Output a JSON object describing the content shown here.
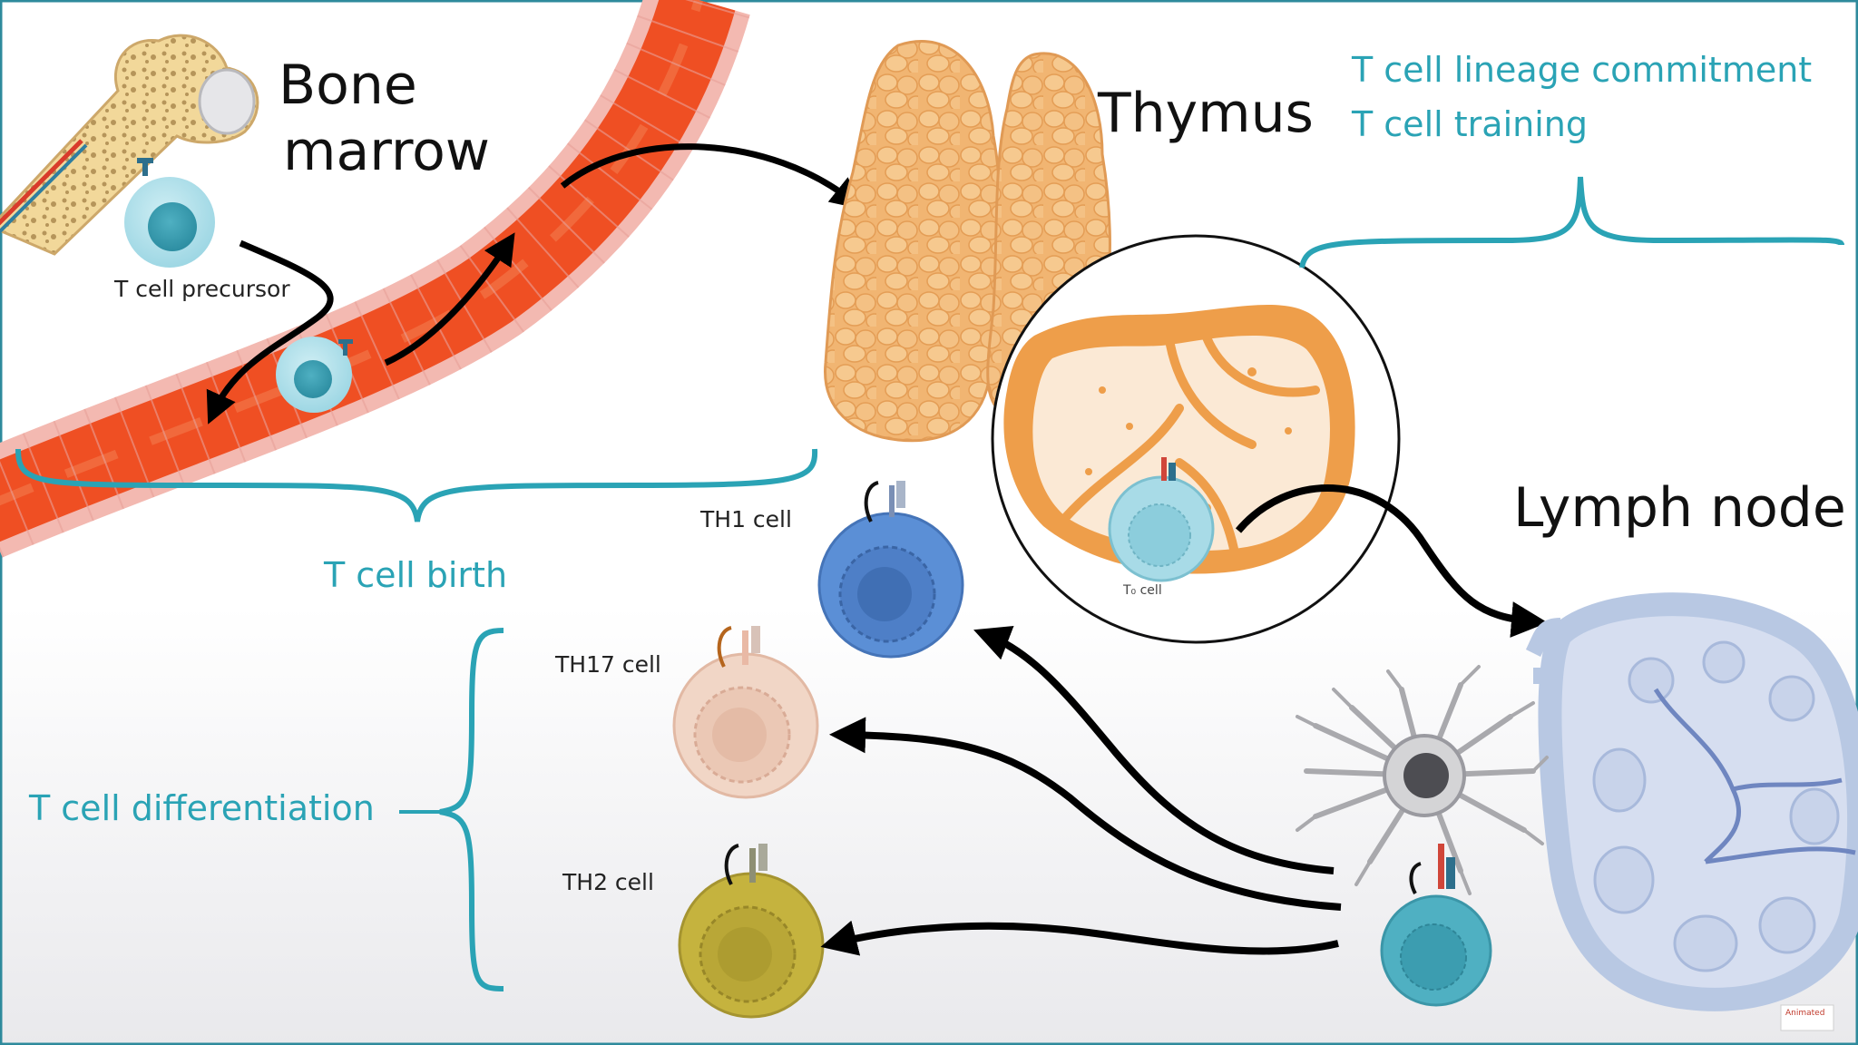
{
  "labels": {
    "bone_marrow_line1": "Bone",
    "bone_marrow_line2": "marrow",
    "thymus": "Thymus",
    "lineage_commitment": "T cell lineage commitment",
    "training": "T cell training",
    "precursor": "T cell precursor",
    "birth": "T cell birth",
    "th1": "TH1 cell",
    "th17": "TH17 cell",
    "th2": "TH2 cell",
    "differentiation": "T cell differentiation",
    "lymph_node": "Lymph node",
    "thymocyte": "T₀ cell",
    "watermark": "Animated"
  },
  "colors": {
    "teal": "#2aa3b5",
    "vessel": "#ef4f23",
    "vessel_wall": "#f6c4bd",
    "thymus": "#f0b26d",
    "th1": "#5b8fd6",
    "th17": "#f1d6c6",
    "th2": "#c5b33e",
    "t_cell": "#7dc5d6",
    "lymph_node": "#b8c8e3"
  }
}
